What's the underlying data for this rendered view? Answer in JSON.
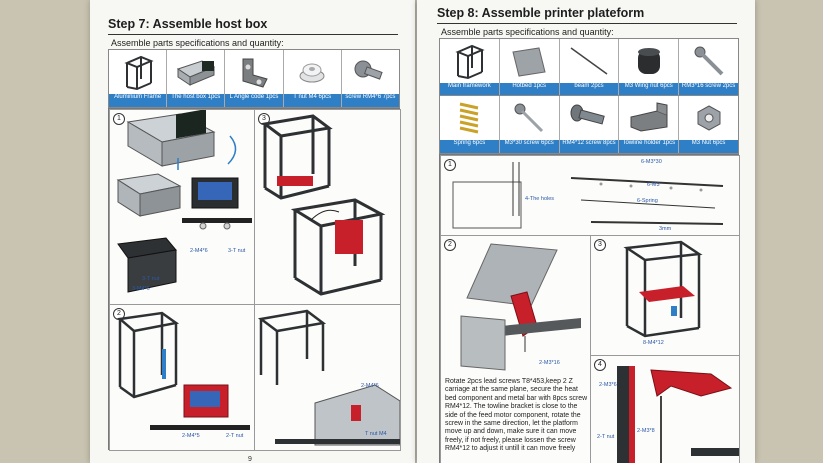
{
  "left_page": {
    "title": "Step 7:  Assemble host box",
    "subtitle": "Assemble parts specifications and quantity:",
    "parts": [
      {
        "caption": "Aluminium Frame",
        "icon": "frame-cube-icon"
      },
      {
        "caption": "The host box 1pcs",
        "icon": "host-box-icon"
      },
      {
        "caption": "L Angle code 1pcs",
        "icon": "angle-bracket-icon"
      },
      {
        "caption": "T nut M4 6pcs",
        "icon": "t-nut-icon"
      },
      {
        "caption": "screw RM4*6 7pcs",
        "icon": "screw-icon"
      }
    ],
    "steps": [
      "1",
      "2",
      "3"
    ],
    "labels": {
      "screw_m4x6_a": "2-M4*6",
      "tnut_a": "3-T nut",
      "screw_m4x6_b": "3-M4*6",
      "tnut_b": "3-T nut",
      "screw_m4x5": "2-M4*5",
      "tnut_c": "2-T nut",
      "screw_m4x6_c": "2-M4*6",
      "tnut_m4": "T nut M4"
    },
    "page_number": "9"
  },
  "right_page": {
    "title": "Step 8:  Assemble printer plateform",
    "subtitle": "Assemble parts specifications and quantity:",
    "parts_row1": [
      {
        "caption": "Main framework",
        "icon": "frame-cube-icon"
      },
      {
        "caption": "Hotbed 1pcs",
        "icon": "hotbed-plate-icon"
      },
      {
        "caption": "beam 2pcs",
        "icon": "beam-rod-icon"
      },
      {
        "caption": "M3 Wing nut 6pcs",
        "icon": "wing-nut-icon"
      },
      {
        "caption": "RM3*16 screw 2pcs",
        "icon": "long-screw-icon"
      }
    ],
    "parts_row2": [
      {
        "caption": "Spring 6pcs",
        "icon": "spring-icon"
      },
      {
        "caption": "M3*30 screw 6pcs",
        "icon": "m3-screw-icon"
      },
      {
        "caption": "RM4*12 screw 8pcs",
        "icon": "rm4-screw-icon"
      },
      {
        "caption": "Towline holder 1pcs",
        "icon": "towline-holder-icon"
      },
      {
        "caption": "M3 Nut 6pcs",
        "icon": "hex-nut-icon"
      }
    ],
    "steps": [
      "1",
      "2",
      "3",
      "4"
    ],
    "labels": {
      "holes": "4-The holes",
      "m3x30": "6-M3*30",
      "m3": "6-M3",
      "spring": "6-Spring",
      "dim": "3mm",
      "m3x16": "2-M3*16",
      "m4x12": "8-M4*12",
      "m3x6": "2-M3*6",
      "tnut": "2-T nut",
      "m3x8": "2-M3*8"
    },
    "instruction": "Rotate 2pcs lead screws T8*453,keep 2 Z carriage at the same plane, secure the heat bed component and metal bar with 8pcs screw RM4*12. The towline bracket is close to the side of the feed motor component, rotate the screw in the same direction,  let the platform move up and down, make sure it can move freely, if not freely, please lossen the screw RM4*12 to adjust it untill it can move freely"
  },
  "colors": {
    "caption_blue": "#2f7fc6",
    "part_red": "#c8202a",
    "frame_dark": "#2e3133"
  }
}
